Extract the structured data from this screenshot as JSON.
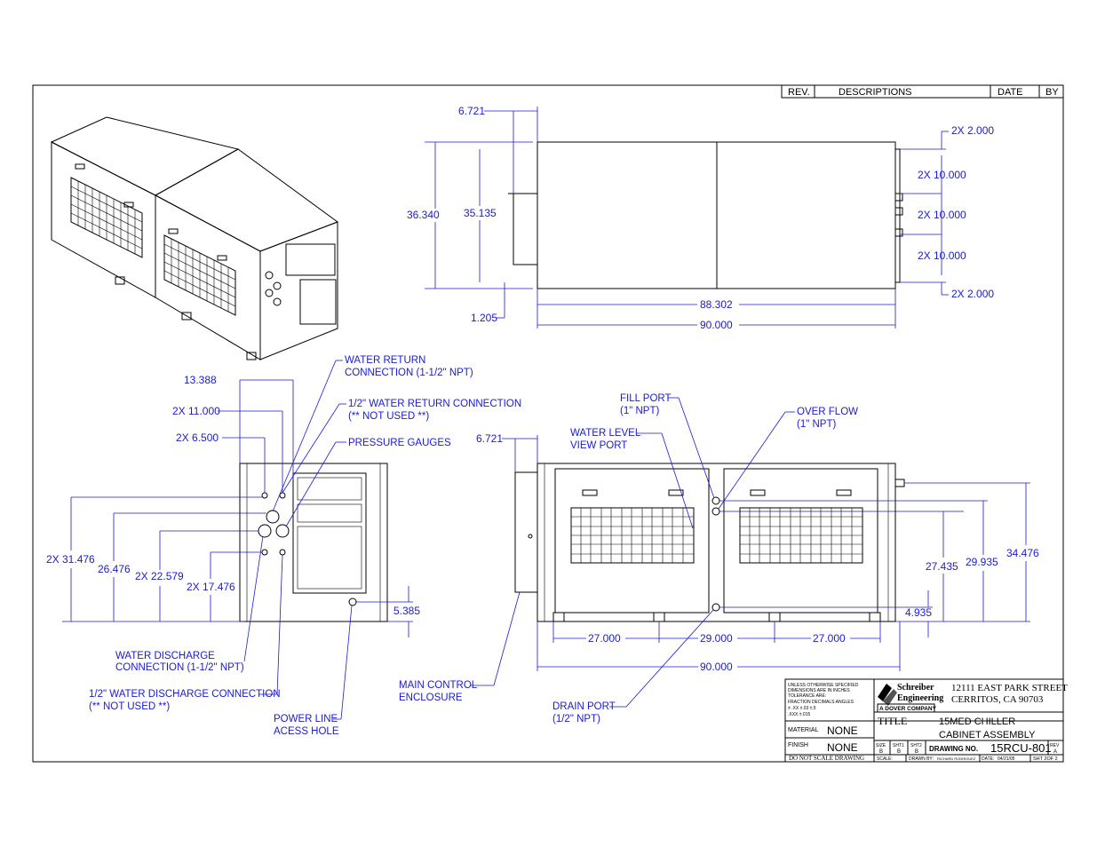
{
  "revision_block": {
    "rev": "REV.",
    "descriptions": "DESCRIPTIONS",
    "date": "DATE",
    "by": "BY"
  },
  "top_view": {
    "d_offset": "6.721",
    "d_height_outer": "36.340",
    "d_height_inner": "35.135",
    "d_bottom": "1.205",
    "d_length_inner": "88.302",
    "d_length_outer": "90.000",
    "d_right_top": "2X 2.000",
    "d_right_1": "2X 10.000",
    "d_right_2": "2X 10.000",
    "d_right_3": "2X 10.000",
    "d_right_bottom": "2X 2.000"
  },
  "end_view": {
    "d_13": "13.388",
    "d_11": "2X 11.000",
    "d_65": "2X 6.500",
    "d_314": "2X 31.476",
    "d_264": "26.476",
    "d_225": "2X 22.579",
    "d_174": "2X 17.476",
    "d_53": "5.385",
    "water_return_1": "WATER RETURN",
    "water_return_2": "CONNECTION (1-1/2\" NPT)",
    "half_return_1": "1/2\" WATER RETURN CONNECTION",
    "half_return_2": "(** NOT USED **)",
    "pressure_gauges": "PRESSURE GAUGES",
    "water_discharge_1": "WATER DISCHARGE",
    "water_discharge_2": "CONNECTION (1-1/2\" NPT)",
    "half_discharge_1": "1/2\" WATER DISCHARGE CONNECTION",
    "half_discharge_2": "(** NOT USED **)",
    "power_line_1": "POWER LINE",
    "power_line_2": "ACESS HOLE"
  },
  "front_view": {
    "d_offset": "6.721",
    "fill_port_1": "FILL PORT",
    "fill_port_2": "(1\" NPT)",
    "water_level_1": "WATER LEVEL",
    "water_level_2": "VIEW PORT",
    "over_flow_1": "OVER FLOW",
    "over_flow_2": "(1\" NPT)",
    "d_274": "27.435",
    "d_299": "29.935",
    "d_344": "34.476",
    "d_49": "4.935",
    "d_27a": "27.000",
    "d_29": "29.000",
    "d_27b": "27.000",
    "d_90": "90.000",
    "main_control_1": "MAIN CONTROL",
    "main_control_2": "ENCLOSURE",
    "drain_port_1": "DRAIN PORT",
    "drain_port_2": "(1/2\" NPT)"
  },
  "title_block": {
    "tol_1": "UNLESS OTHERWISE SPECIFIED",
    "tol_2": "DIMENSIONS ARE IN INCHES",
    "tol_3": "TOLERANCE ARE:",
    "tol_4": "FRACTION    DECIMALS    ANGLES",
    "tol_5": "±          .XX ±.03       ±.5",
    "tol_6": "           .XXX ±.015",
    "company_1": "Schreiber",
    "company_2": "Engineering",
    "company_sub": "A DOVER COMPANY",
    "address_1": "12111 EAST PARK STREET",
    "address_2": "CERRITOS, CA 90703",
    "material_label": "MATERIAL",
    "material_value": "NONE",
    "finish_label": "FINISH",
    "finish_value": "NONE",
    "title_label": "TITLE",
    "title_1": "15MED CHILLER",
    "title_2": "CABINET ASSEMBLY",
    "size_label": "SIZE",
    "size_value": "B",
    "sht1_label": "SHT1",
    "sht1_value": "B",
    "sht2_label": "SHT2",
    "sht2_value": "B",
    "drawing_no_label": "DRAWING NO.",
    "drawing_no": "15RCU-801",
    "rev_label": "REV",
    "rev_value": "A",
    "do_not_scale": "DO NOT SCALE DRAWING",
    "scale_label": "SCALE:",
    "drawn_by_label": "DRAWN BY:",
    "drawn_by": "RICHARD RODRIGUEZ",
    "date_label": "DATE:",
    "date_value": "04/21/05",
    "sheet": "SHT 2OF 2"
  }
}
